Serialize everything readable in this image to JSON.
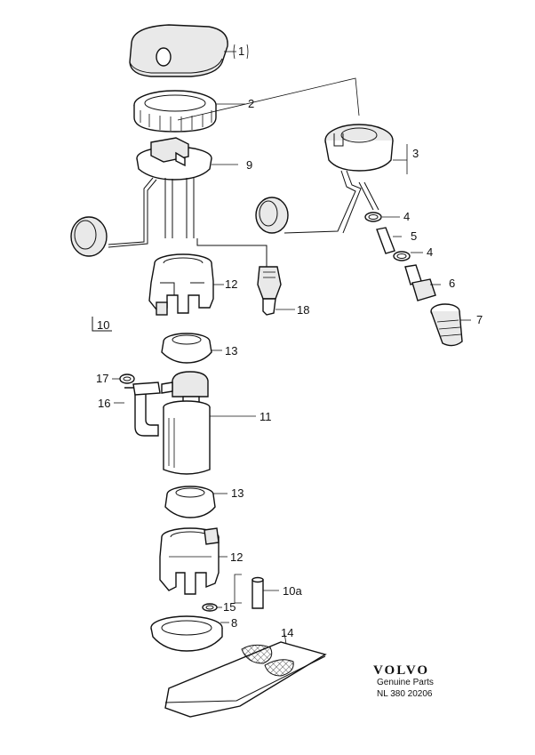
{
  "callouts": {
    "c1": "1",
    "c2": "2",
    "c3": "3",
    "c4a": "4",
    "c4b": "4",
    "c5": "5",
    "c6": "6",
    "c7": "7",
    "c8": "8",
    "c9": "9",
    "c10": "10",
    "c10a": "10a",
    "c11": "11",
    "c12a": "12",
    "c12b": "12",
    "c13a": "13",
    "c13b": "13",
    "c14": "14",
    "c15": "15",
    "c16": "16",
    "c17": "17",
    "c18": "18"
  },
  "brand": {
    "name": "VOLVO",
    "tagline": "Genuine Parts",
    "reference": "NL 380 20206"
  }
}
